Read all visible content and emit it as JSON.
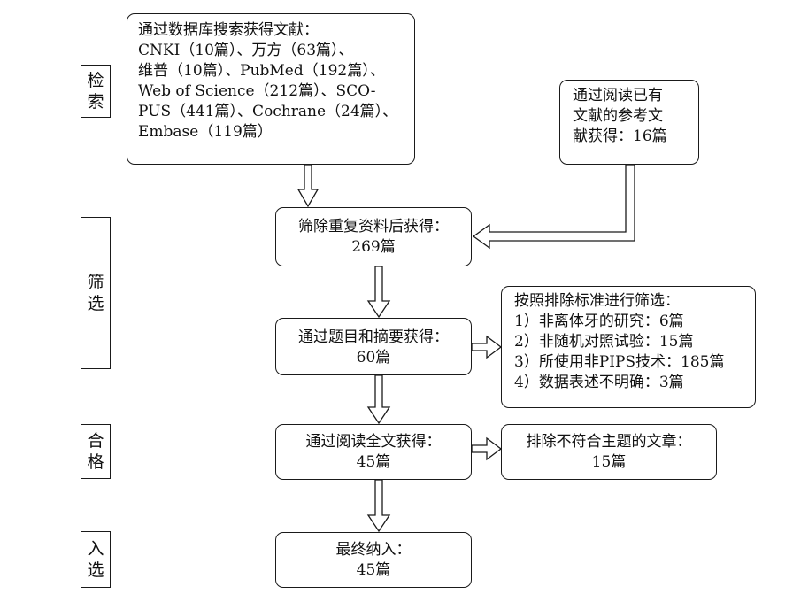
{
  "stages": {
    "search": "检索",
    "screen": "筛选",
    "eligible": "合格",
    "include": "入选"
  },
  "boxes": {
    "database_search": "通过数据库搜索获得文献：\nCNKI（10篇）、万方（63篇）、\n维普（10篇）、PubMed（192篇）、\nWeb of Science（212篇）、SCO-\nPUS（441篇）、Cochrane（24篇）、\nEmbase（119篇）",
    "reference_search": "通过阅读已有\n文献的参考文\n献获得：16篇",
    "dedup_label": "筛除重复资料后获得：",
    "dedup_count": "269篇",
    "title_abstract_label": "通过题目和摘要获得：",
    "title_abstract_count": "60篇",
    "exclusion_title": "按照排除标准进行筛选：",
    "exclusion_items": [
      "1）非离体牙的研究：6篇",
      "2）非随机对照试验：15篇",
      "3）所使用非PIPS技术：185篇",
      "4）数据表述不明确：3篇"
    ],
    "fulltext_label": "通过阅读全文获得：",
    "fulltext_count": "45篇",
    "offtopic_label": "排除不符合主题的文章：",
    "offtopic_count": "15篇",
    "final_label": "最终纳入：",
    "final_count": "45篇"
  }
}
